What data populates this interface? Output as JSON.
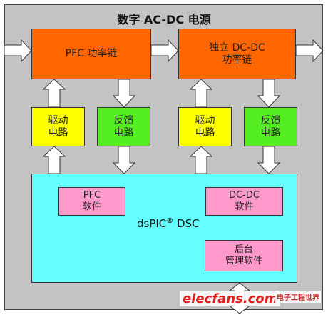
{
  "title": "数字 AC-DC 电源",
  "blocks": {
    "pfc_chain": "PFC 功率链",
    "dcdc_chain_line1": "独立 DC-DC",
    "dcdc_chain_line2": "功率链",
    "drive1_line1": "驱动",
    "drive1_line2": "电路",
    "feedback1_line1": "反馈",
    "feedback1_line2": "电路",
    "drive2_line1": "驱动",
    "drive2_line2": "电路",
    "feedback2_line1": "反馈",
    "feedback2_line2": "电路",
    "dsc_name": "dsPIC",
    "dsc_reg": "®",
    "dsc_suffix": " DSC",
    "pfc_sw_line1": "PFC",
    "pfc_sw_line2": "软件",
    "dcdc_sw_line1": "DC-DC",
    "dcdc_sw_line2": "软件",
    "mgmt_sw_line1": "后台",
    "mgmt_sw_line2": "管理软件"
  },
  "watermark": {
    "site": "elecfans.com",
    "badge": "电子工程世界"
  }
}
